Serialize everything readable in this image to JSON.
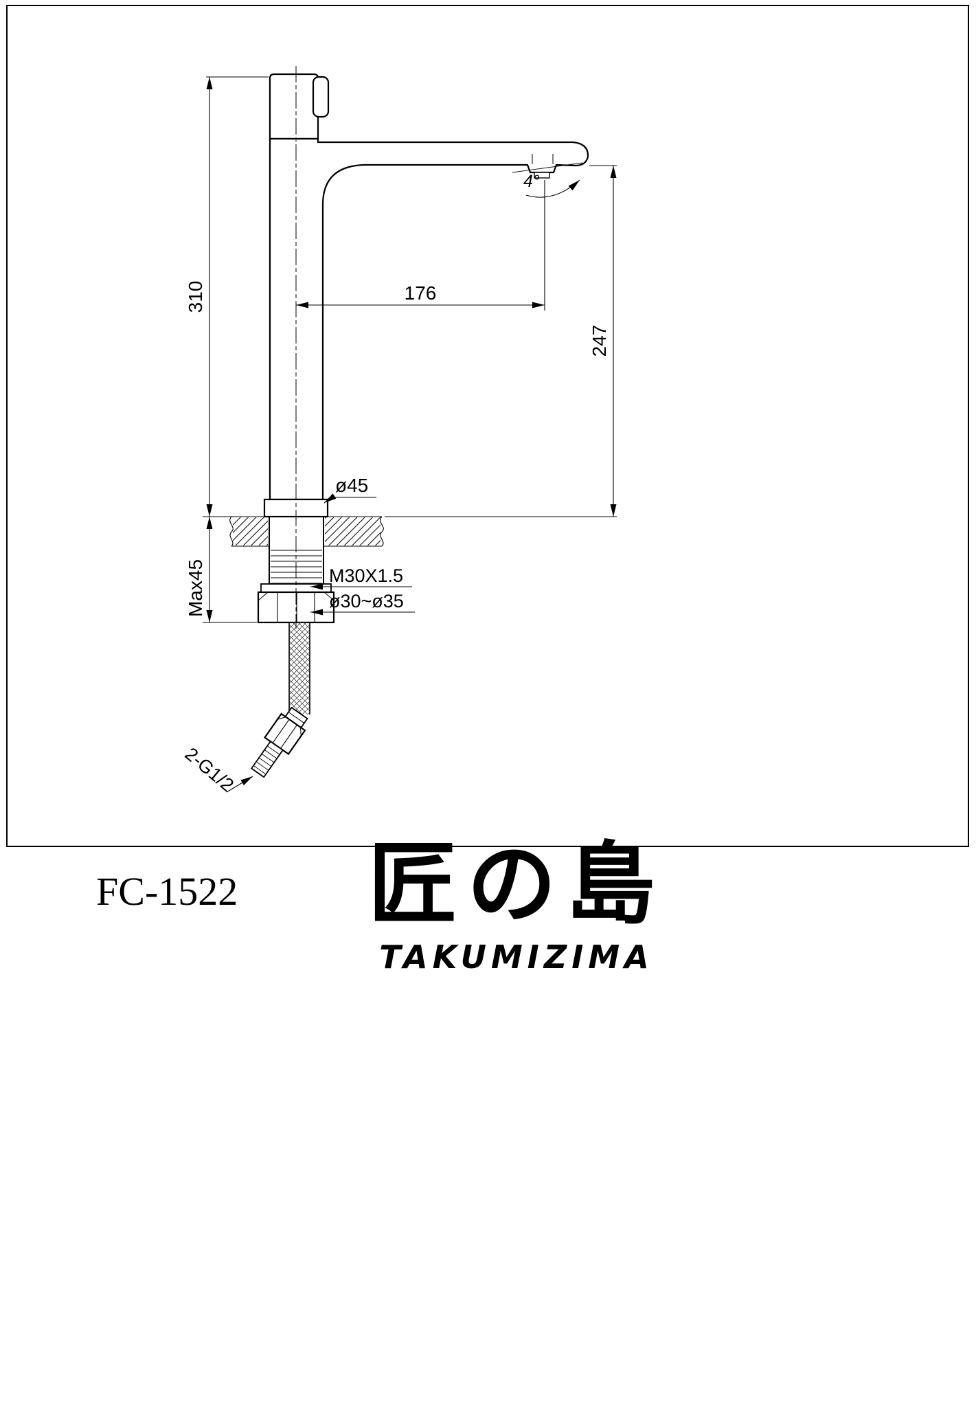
{
  "drawing": {
    "model": "FC-1522",
    "brand_jp": "匠の島",
    "brand_en": "TAKUMIZIMA",
    "dims": {
      "height": "310",
      "reach": "176",
      "outlet_height": "247",
      "base_dia": "ø45",
      "max_thickness": "Max45",
      "thread": "M30X1.5",
      "hole_range": "ø30~ø35",
      "inlet": "2-G1/2",
      "angle": "4°"
    }
  }
}
